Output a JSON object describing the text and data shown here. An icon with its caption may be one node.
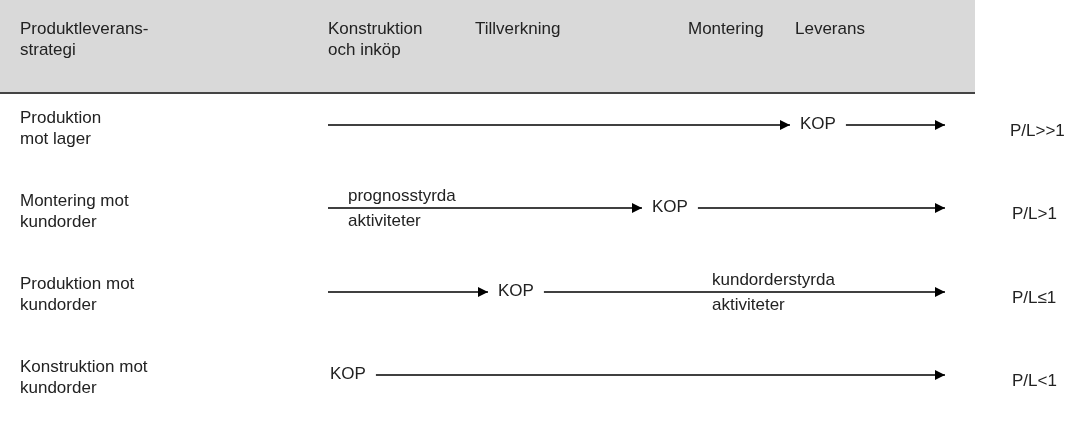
{
  "diagram": {
    "nodes": [
      {
        "text": [
          "KOP"
        ]
      },
      {
        "text": [
          "KOP"
        ]
      },
      {
        "text": [
          "KOP"
        ]
      },
      {
        "text": [
          "KOP"
        ]
      }
    ],
    "edges": [
      {
        "from": null,
        "to": 0,
        "arrow": "to"
      },
      {
        "from": 0,
        "to": null,
        "arrow": "to"
      },
      {
        "from": null,
        "to": 1,
        "arrow": "to",
        "label": "prognosstyrda aktiviteter"
      },
      {
        "from": 1,
        "to": null,
        "arrow": "to"
      },
      {
        "from": null,
        "to": 2,
        "arrow": "to"
      },
      {
        "from": 2,
        "to": null,
        "arrow": "to",
        "label": "kundorderstyrda aktiviteter"
      },
      {
        "from": 3,
        "to": null,
        "arrow": "to"
      }
    ],
    "labels": [
      "Produktleverans- strategi",
      "Konstruktion och inköp",
      "Tillverkning",
      "Montering",
      "Leverans",
      "Produktion mot lager",
      "P/L>>1",
      "Montering mot kundorder",
      "P/L>1",
      "Produktion mot kundorder",
      "P/L≤1",
      "Konstruktion mot kundorder",
      "P/L<1"
    ]
  }
}
